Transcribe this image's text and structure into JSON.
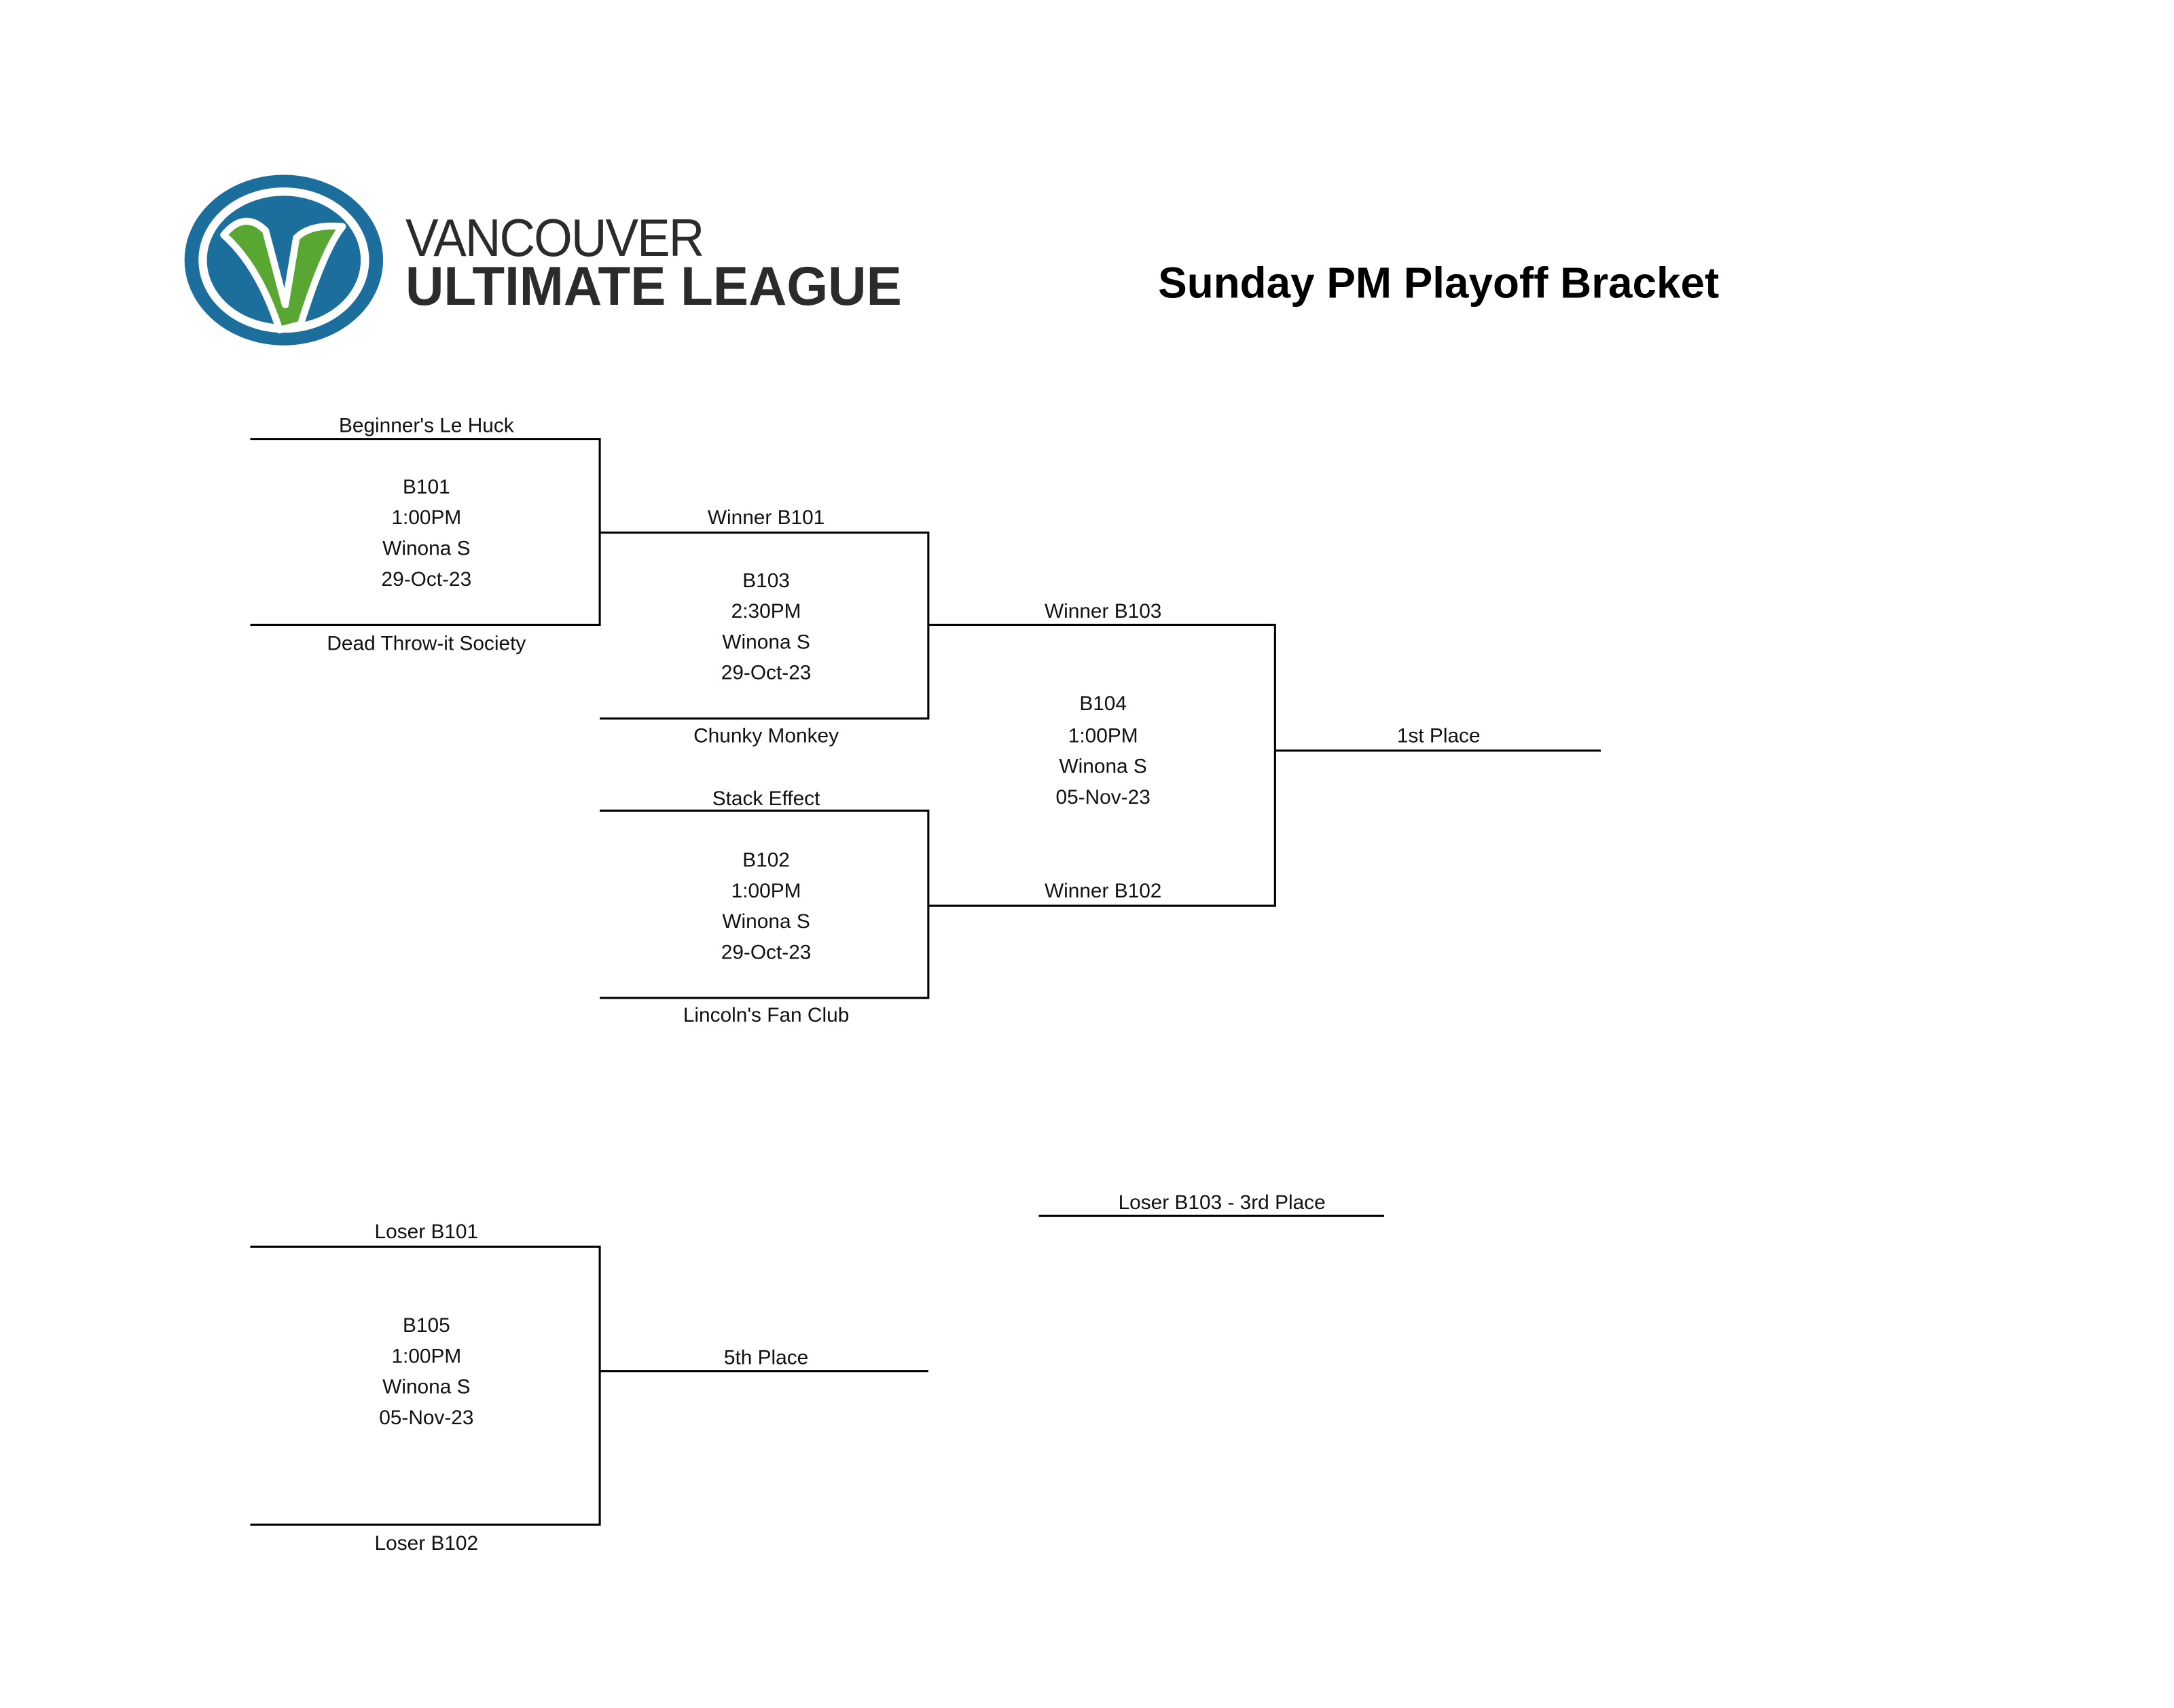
{
  "header": {
    "title": "Sunday PM Playoff Bracket",
    "logo": {
      "line1": "VANCOUVER",
      "line2": "ULTIMATE LEAGUE",
      "blue": "#1c6f9c",
      "green": "#5aa632"
    }
  },
  "games": {
    "b101": {
      "code": "B101",
      "time": "1:00PM",
      "location": "Winona S",
      "date": "29-Oct-23",
      "top": "Beginner's Le Huck",
      "bottom": "Dead Throw-it Society"
    },
    "b103": {
      "code": "B103",
      "time": "2:30PM",
      "location": "Winona S",
      "date": "29-Oct-23",
      "top": "Winner B101",
      "bottom": "Chunky Monkey"
    },
    "b102": {
      "code": "B102",
      "time": "1:00PM",
      "location": "Winona S",
      "date": "29-Oct-23",
      "top": "Stack Effect",
      "bottom": "Lincoln's Fan Club"
    },
    "b104": {
      "code": "B104",
      "time": "1:00PM",
      "location": "Winona S",
      "date": "05-Nov-23",
      "top": "Winner B103",
      "bottom": "Winner B102"
    },
    "b105": {
      "code": "B105",
      "time": "1:00PM",
      "location": "Winona S",
      "date": "05-Nov-23",
      "top": "Loser B101",
      "bottom": "Loser B102"
    }
  },
  "results": {
    "first": "1st Place",
    "third": "Loser B103 - 3rd Place",
    "fifth": "5th Place"
  }
}
